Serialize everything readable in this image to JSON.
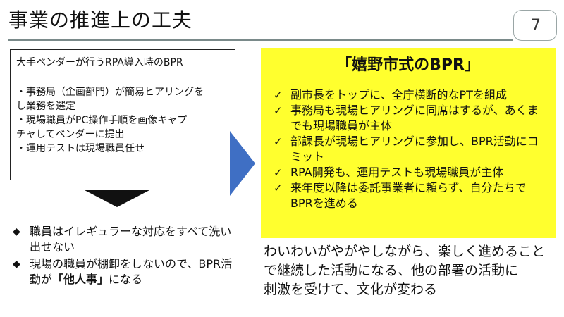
{
  "slide": {
    "title": "事業の推進上の工夫",
    "page_number": "7"
  },
  "left_box": {
    "title": "大手ベンダーが行うRPA導入時のBPR",
    "items": [
      "・事務局（企画部門）が簡易ヒアリングを",
      "し業務を選定",
      "・現場職員がPC操作手順を画像キャプ",
      "チャしてベンダーに提出",
      "・運用テストは現場職員任せ"
    ]
  },
  "problems": {
    "item1": "職員はイレギュラーな対応をすべて洗い出せない",
    "item2_prefix": "現場の職員が棚卸をしないので、BPR活動が",
    "item2_strong": "「他人事」",
    "item2_suffix": "になる"
  },
  "ureshino_bpr": {
    "title": "「嬉野市式のBPR」",
    "items": [
      "副市長をトップに、全庁横断的なPTを組成",
      "事務局も現場ヒアリングに同席はするが、あくまでも現場職員が主体",
      "部課長が現場ヒアリングに参加し、BPR活動にコミット",
      "RPA開発も、運用テストも現場職員が主体",
      "来年度以降は委託事業者に頼らず、自分たちでBPRを進める"
    ]
  },
  "conclusion": {
    "lines": [
      "わいわいがやがやしながら、楽しく進めること",
      "で継続した活動になる、他の部署の活動に",
      "刺激を受けて、文化が変わる"
    ]
  },
  "icons": {
    "diamond": "◆",
    "check": "✓"
  },
  "colors": {
    "highlight_box": "#ffff2e",
    "arrow_blue": "#3f6fc4"
  }
}
